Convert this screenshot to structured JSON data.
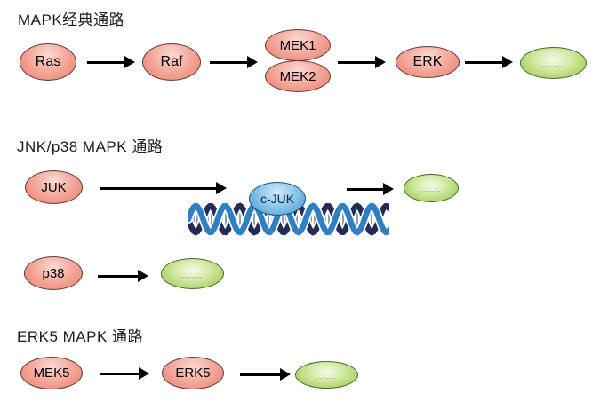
{
  "diagram": {
    "type": "signaling-pathway-diagram",
    "background": "#ffffff"
  },
  "colors": {
    "node_pink_fill": "#f3a294",
    "node_pink_border": "#5f3a34",
    "node_green_fill": "#8fc43c",
    "node_green_border": "#4f662e",
    "node_blue_fill": "#3f93cf",
    "node_blue_border": "#1e5076",
    "arrow": "#000000",
    "dna_light": "#2e7fc3",
    "dna_dark": "#232c54",
    "dna_rung": "#8aa0bd",
    "title_text": "#1c1c1c",
    "node_text": "#000000"
  },
  "pathways": {
    "classic": {
      "title": "MAPK经典通路",
      "nodes": {
        "ras": "Ras",
        "raf": "Raf",
        "mek1": "MEK1",
        "mek2": "MEK2",
        "erk": "ERK",
        "more": "......"
      }
    },
    "jnk_p38": {
      "title": "JNK/p38 MAPK 通路",
      "nodes": {
        "juk": "JUK",
        "cjuk": "c-JUK",
        "more": "......",
        "p38": "p38",
        "p38_more": "......"
      }
    },
    "erk5": {
      "title": "ERK5 MAPK 通路",
      "nodes": {
        "mek5": "MEK5",
        "erk5": "ERK5",
        "more": "......"
      }
    }
  }
}
